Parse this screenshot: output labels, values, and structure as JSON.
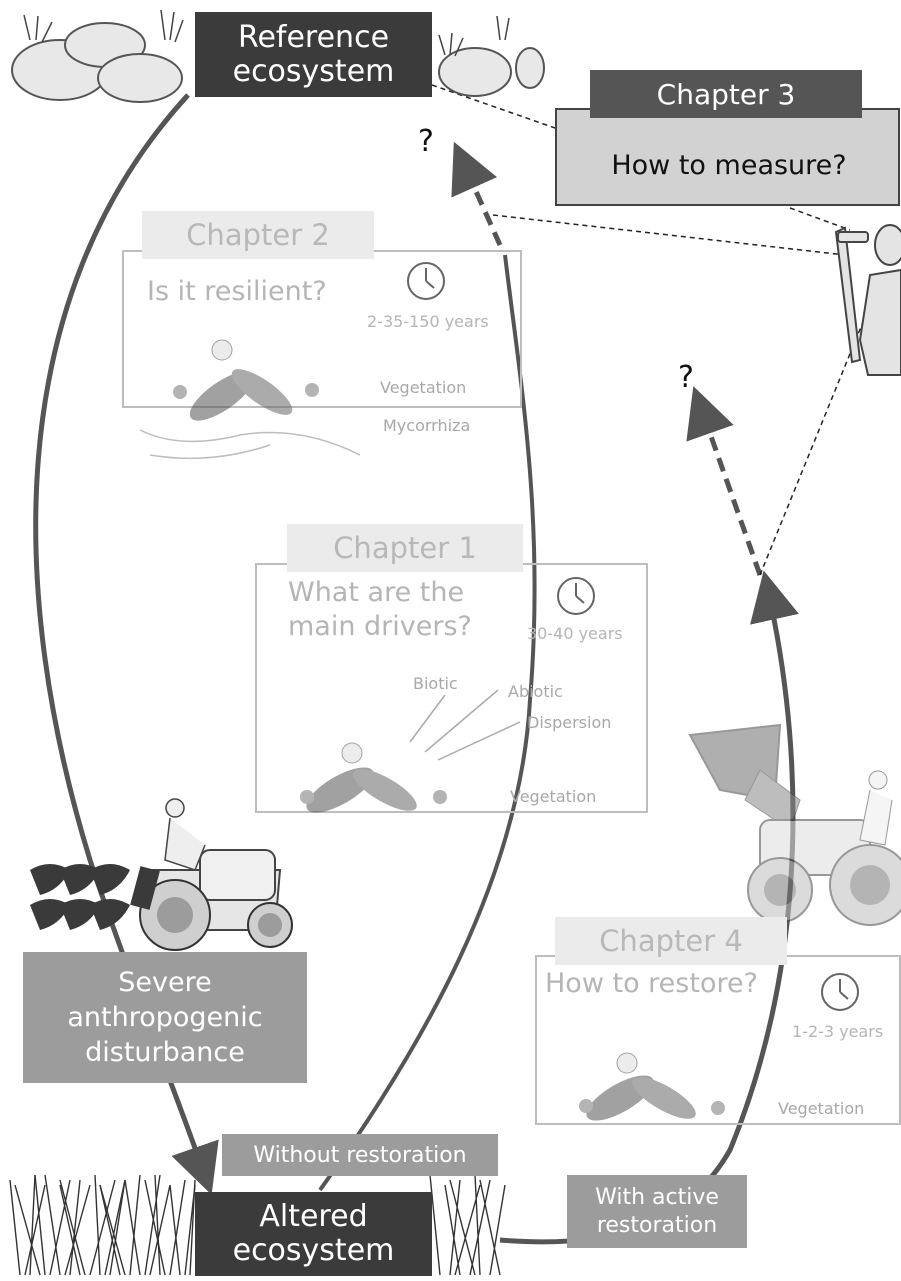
{
  "nodes": {
    "reference": "Reference\necosystem",
    "altered": "Altered\necosystem",
    "severe": "Severe\nanthropogenic\ndisturbance",
    "without": "Without restoration",
    "with_active": "With active\nrestoration"
  },
  "chapter3": {
    "tag": "Chapter 3",
    "question": "How to measure?"
  },
  "chapter2": {
    "tag": "Chapter 2",
    "question": "Is it resilient?",
    "time": "2-35-150 years",
    "layer1": "Vegetation",
    "layer2": "Mycorrhiza"
  },
  "chapter1": {
    "tag": "Chapter 1",
    "question": "What are the\nmain drivers?",
    "time": "30-40 years",
    "drivers": [
      "Biotic",
      "Abiotic",
      "Dispersion"
    ],
    "layer": "Vegetation"
  },
  "chapter4": {
    "tag": "Chapter 4",
    "question": "How to restore?",
    "time": "1-2-3 years",
    "layer": "Vegetation"
  },
  "marks": {
    "q1": "?",
    "q2": "?"
  },
  "icons": [
    "clock-icon",
    "plant-icon",
    "tractor-plough-icon",
    "tractor-loader-icon",
    "observer-icon",
    "rock-icon",
    "grass-tuft-icon"
  ]
}
